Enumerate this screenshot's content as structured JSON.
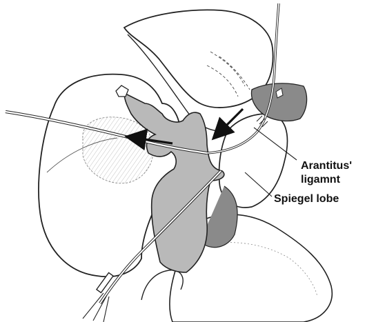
{
  "labels": {
    "arantius_line1": "Arantitus'",
    "arantius_line2": "ligamnt",
    "spiegel": "Spiegel lobe"
  },
  "colors": {
    "outline": "#222222",
    "vessel_fill": "#b9b9b9",
    "dark_fill": "#8a8a8a",
    "background": "#ffffff"
  }
}
